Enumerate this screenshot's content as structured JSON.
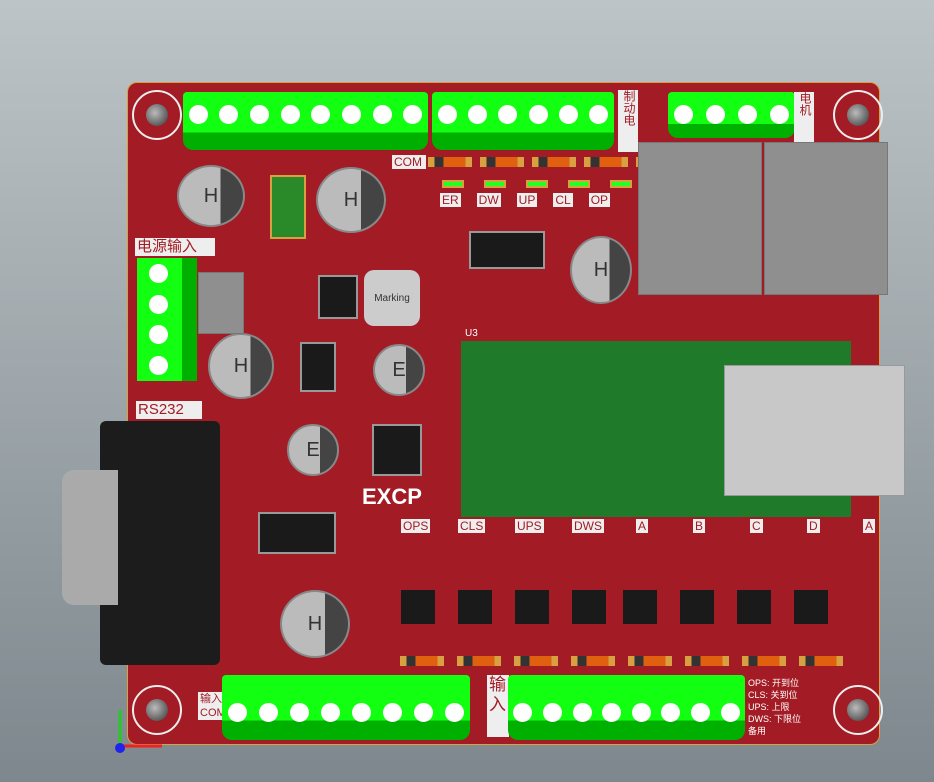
{
  "board": {
    "color": "#a31b24",
    "terminal_color": "#12ff12"
  },
  "labels": {
    "power_input": "电源输入",
    "rs232": "RS232",
    "com": "COM",
    "module": "U3",
    "logo": "EXCP",
    "inductor": "Marking",
    "cap_mark": "H",
    "cap_mark_e": "E",
    "input": "输入",
    "input_com": "输入COM",
    "motor": "电机",
    "brake": "制动电",
    "top_leds": [
      "ER",
      "DW",
      "UP",
      "CL",
      "OP"
    ],
    "bottom_channels": [
      "OPS",
      "CLS",
      "UPS",
      "DWS",
      "A",
      "B",
      "C",
      "D"
    ],
    "legend": [
      "OPS: 开到位",
      "CLS: 关到位",
      "UPS: 上限",
      "DWS: 下限位",
      "备用"
    ]
  }
}
